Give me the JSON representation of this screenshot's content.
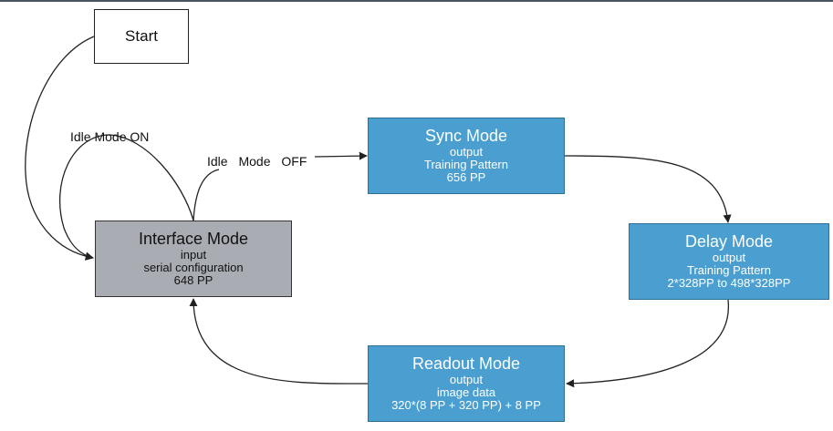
{
  "nodes": {
    "start": {
      "title": "Start"
    },
    "sync": {
      "title": "Sync Mode",
      "lines": [
        "output",
        "Training Pattern",
        "656 PP"
      ]
    },
    "delay": {
      "title": "Delay Mode",
      "lines": [
        "output",
        "Training Pattern",
        "2*328PP to 498*328PP"
      ]
    },
    "readout": {
      "title": "Readout Mode",
      "lines": [
        "output",
        "image data",
        "320*(8 PP + 320 PP) + 8 PP"
      ]
    },
    "interface": {
      "title": "Interface Mode",
      "lines": [
        "input",
        "serial configuration",
        "648 PP"
      ]
    }
  },
  "edges": {
    "idle_on": "Idle Mode ON",
    "idle_off": "Idle Mode OFF"
  },
  "colors": {
    "mode_box": "#4a9fd0",
    "interface_box": "#a9adb3",
    "line": "#222222"
  }
}
